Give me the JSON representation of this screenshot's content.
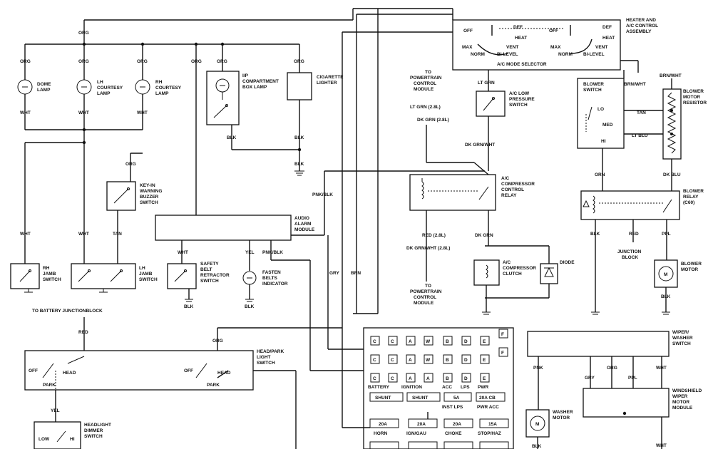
{
  "labels": {
    "org_top": "ORG",
    "org_dome": "ORG",
    "org_lh": "ORG",
    "org_rh": "ORG",
    "org_mid": "ORG",
    "org_ip": "ORG",
    "org_cig": "ORG",
    "dome_lamp_1": "DOME",
    "dome_lamp_2": "LAMP",
    "lh_courtesy_1": "LH",
    "lh_courtesy_2": "COURTESY",
    "lh_courtesy_3": "LAMP",
    "rh_courtesy_1": "RH",
    "rh_courtesy_2": "COURTESY",
    "rh_courtesy_3": "LAMP",
    "ip_box_1": "I/P",
    "ip_box_2": "COMPARTMENT",
    "ip_box_3": "BOX LAMP",
    "cig_1": "CIGARETTE",
    "cig_2": "LIGHTER",
    "wht_dome": "WHT",
    "wht_lh": "WHT",
    "wht_rh": "WHT",
    "blk_ip": "BLK",
    "blk_cig": "BLK",
    "blk_gnd": "BLK",
    "org_keyin": "ORG",
    "keyin_1": "KEY-IN",
    "keyin_2": "WARNING",
    "keyin_3": "BUZZER",
    "keyin_4": "SWITCH",
    "wht_rhjamb": "WHT",
    "wht_lhjamb": "WHT",
    "tan_lhjamb": "TAN",
    "audio_1": "AUDIO",
    "audio_2": "ALARM",
    "audio_3": "MODULE",
    "rh_jamb_1": "RH",
    "rh_jamb_2": "JAMB",
    "rh_jamb_3": "SWITCH",
    "lh_jamb_1": "LH",
    "lh_jamb_2": "JAMB",
    "lh_jamb_3": "SWITCH",
    "wht_belt": "WHT",
    "yel_belt": "YEL",
    "pnk_blk_belt": "PNK/BLK",
    "safety_1": "SAFETY",
    "safety_2": "BELT",
    "safety_3": "RETRACTOR",
    "safety_4": "SWITCH",
    "fasten_1": "FASTEN",
    "fasten_2": "BELTS",
    "fasten_3": "INDICATOR",
    "blk_safety": "BLK",
    "blk_fasten": "BLK",
    "to_batt": "TO BATTERY JUNCTIONBLOCK",
    "red_batt": "RED",
    "org_headpark": "ORG",
    "headpark_1": "HEAD/PARK",
    "headpark_2": "LIGHT",
    "headpark_3": "SWITCH",
    "off_1": "OFF",
    "head_1": "HEAD",
    "park_1": "PARK",
    "off_2": "OFF",
    "head_2": "HEAD",
    "park_2": "PARK",
    "yel_dimmer": "YEL",
    "dimmer_1": "HEADLIGHT",
    "dimmer_2": "DIMMER",
    "dimmer_3": "SWITCH",
    "low": "LOW",
    "hi": "HI",
    "pnk_blk_mid": "PNK/BLK",
    "gry": "GRY",
    "brn": "BRN",
    "to_pcm_1a": "TO",
    "to_pcm_1b": "POWERTRAIN",
    "to_pcm_1c": "CONTROL",
    "to_pcm_1d": "MODULE",
    "lt_grn_28": "LT GRN (2.8L)",
    "dk_grn_28": "DK GRN (2.8L)",
    "lt_grn": "LT GRN",
    "ac_low_1": "A/C LOW",
    "ac_low_2": "PRESSURE",
    "ac_low_3": "SWITCH",
    "dk_grn_wht": "DK GRN/WHT",
    "ac_comp_relay_1": "A/C",
    "ac_comp_relay_2": "COMPRESSOR",
    "ac_comp_relay_3": "CONTROL",
    "ac_comp_relay_4": "RELAY",
    "red_28": "RED (2.8L)",
    "dk_grn_wht_28": "DK GRN/WHT (2.8L)",
    "dk_grn": "DK GRN",
    "ac_clutch_1": "A/C",
    "ac_clutch_2": "COMPRESSOR",
    "ac_clutch_3": "CLUTCH",
    "diode": "DIODE",
    "to_pcm_2a": "TO",
    "to_pcm_2b": "POWERTRAIN",
    "to_pcm_2c": "CONTROL",
    "to_pcm_2d": "MODULE",
    "heater_1": "HEATER AND",
    "heater_2": "A/C CONTROL",
    "heater_3": "ASSEMBLY",
    "off_a": "OFF",
    "def_a": "DEF",
    "heat_a": "HEAT",
    "vent_a": "VENT",
    "max_a": "MAX",
    "norm_a": "NORM",
    "bilevel_a": "BI-LEVEL",
    "off_b": "OFF",
    "def_b": "DEF",
    "heat_b": "HEAT",
    "vent_b": "VENT",
    "max_b": "MAX",
    "norm_b": "NORM",
    "bilevel_b": "BI-LEVEL",
    "ac_mode": "A/C MODE SELECTOR",
    "blower_sw_1": "BLOWER",
    "blower_sw_2": "SWITCH",
    "lo": "LO",
    "med": "MED",
    "hi_blower": "HI",
    "brn_wht_1": "BRN/WHT",
    "brn_wht_2": "BRN/WHT",
    "tan_blower": "TAN",
    "lt_blu": "LT BLU",
    "resistor_1": "BLOWER",
    "resistor_2": "MOTOR",
    "resistor_3": "RESISTOR",
    "orn": "ORN",
    "dk_blu": "DK BLU",
    "blower_relay_1": "BLOWER",
    "blower_relay_2": "RELAY",
    "blower_relay_3": "(C60)",
    "blk_relay": "BLK",
    "red_relay": "RED",
    "ppl_relay": "PPL",
    "junction_1": "JUNCTION",
    "junction_2": "BLOCK",
    "blower_motor_1": "BLOWER",
    "blower_motor_2": "MOTOR",
    "blk_motor": "BLK",
    "wiper_sw_1": "WIPER/",
    "wiper_sw_2": "WASHER",
    "wiper_sw_3": "SWITCH",
    "pnk_wiper": "PNK",
    "gry_wiper": "GRY",
    "org_wiper": "ORG",
    "ppl_wiper": "PPL",
    "wht_wiper": "WHT",
    "washer_1": "WASHER",
    "washer_2": "MOTOR",
    "windshield_1": "WINDSHIELD",
    "windshield_2": "WIPER",
    "windshield_3": "MOTOR",
    "windshield_4": "MODULE",
    "blk_washer": "BLK",
    "wht_bottom": "WHT",
    "motor_m": "M"
  },
  "fuse_block": {
    "row1": [
      "C",
      "C",
      "A",
      "W",
      "B",
      "D",
      "E"
    ],
    "row2": [
      "C",
      "C",
      "A",
      "W",
      "B",
      "D",
      "E"
    ],
    "row3": [
      "C",
      "C",
      "A",
      "A",
      "B",
      "D",
      "E"
    ],
    "f_1": "F",
    "f_2": "F",
    "battery": "BATTERY",
    "ignition": "IGNITION",
    "acc": "ACC",
    "lps": "LPS",
    "pwr": "PWR",
    "shunt_1": "SHUNT",
    "shunt_2": "SHUNT",
    "fuse_5a": "5A",
    "fuse_20a_cb": "20A CB",
    "inst_lps": "INST LPS",
    "pwr_acc": "PWR ACC",
    "fuses": [
      "20A",
      "20A",
      "20A",
      "15A"
    ],
    "fuse_names": [
      "HORN",
      "IGN/GAU",
      "CHOKE",
      "STOP/HAZ"
    ]
  }
}
